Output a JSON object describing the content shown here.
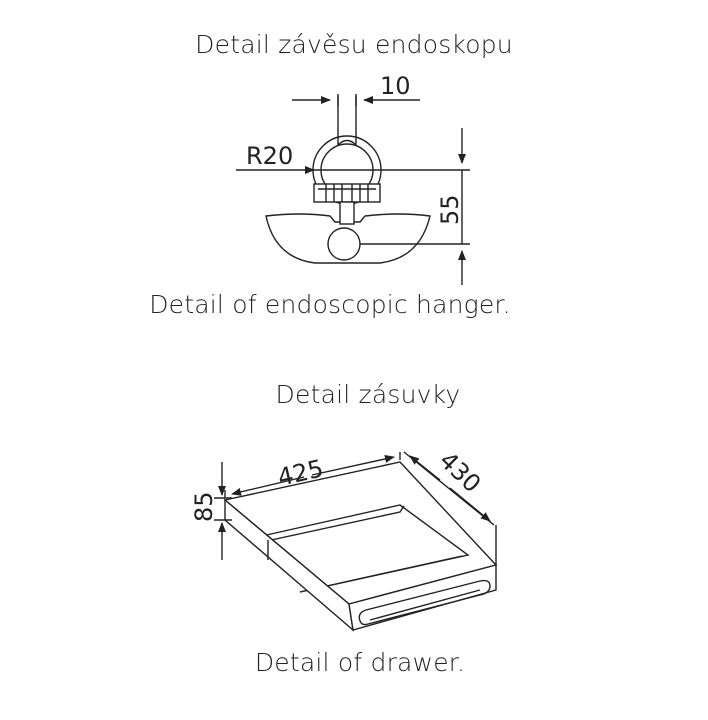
{
  "hanger": {
    "title": "Detail závěsu endoskopu",
    "caption": "Detail of endoscopic hanger.",
    "dim_width": "10",
    "dim_radius": "R20",
    "dim_height": "55"
  },
  "drawer": {
    "title": "Detail zásuvky",
    "caption": "Detail of drawer.",
    "dim_width": "425",
    "dim_depth": "430",
    "dim_height": "85"
  }
}
